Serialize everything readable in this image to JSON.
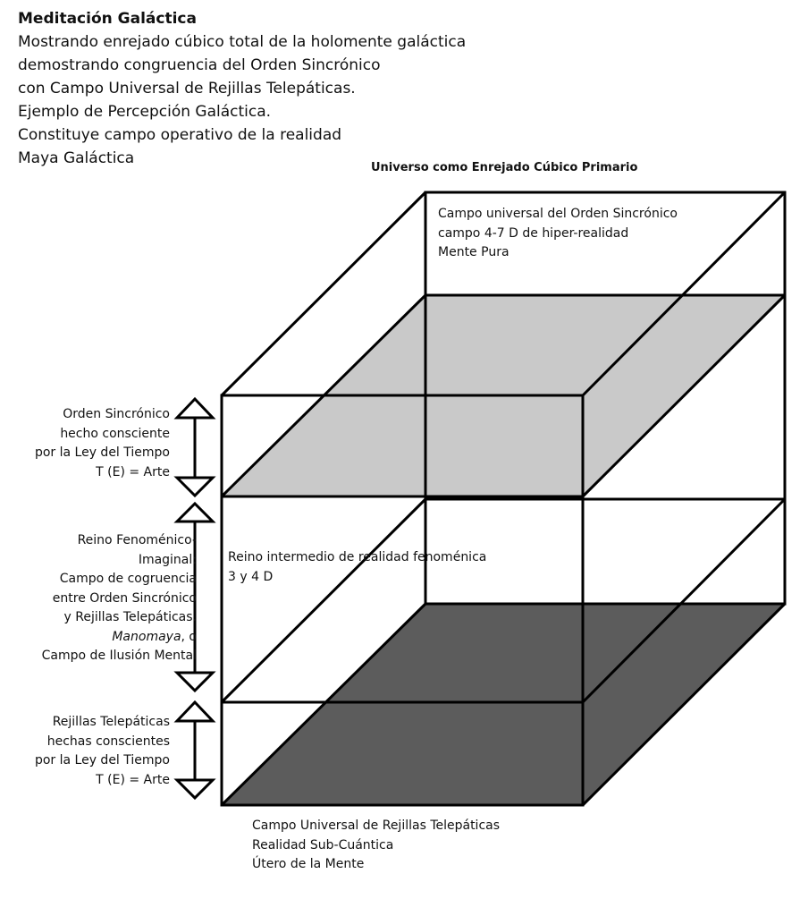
{
  "header": {
    "title": "Meditación Galáctica",
    "lines": [
      "Mostrando enrejado cúbico total de la holomente galáctica",
      "demostrando congruencia del Orden Sincrónico",
      "con Campo Universal de Rejillas Telepáticas.",
      "Ejemplo de Percepción Galáctica.",
      "Constituye campo operativo de la realidad",
      "Maya Galáctica"
    ]
  },
  "diagram": {
    "title": "Universo como Enrejado Cúbico Primario",
    "colors": {
      "upper_plane": "#c9c9c9",
      "lower_plane": "#5c5c5c",
      "lines": "#000000"
    },
    "top_field": [
      "Campo universal del Orden Sincrónico",
      "campo 4-7 D de hiper-realidad",
      "Mente Pura"
    ],
    "middle_field": [
      "Reino intermedio de  realidad  fenoménica",
      "3 y 4 D"
    ],
    "bottom_field": [
      "Campo Universal de Rejillas Telepáticas",
      "Realidad Sub-Cuántica",
      "Útero de la Mente"
    ],
    "left_labels": {
      "upper": [
        "Orden Sincrónico",
        "hecho consciente",
        "por la Ley del Tiempo",
        "T (E) = Arte"
      ],
      "middle_lines": [
        "Reino Fenoménico-",
        "Imaginal:",
        "Campo de cogruencia",
        "entre Orden Sincrónico",
        "y Rejillas Telepáticas."
      ],
      "middle_italic": "Manomaya",
      "middle_italic_suffix": ", o",
      "middle_last": "Campo de Ilusión Mental",
      "lower": [
        "Rejillas Telepáticas",
        "hechas conscientes",
        "por la Ley del Tiempo",
        "T (E) = Arte"
      ]
    },
    "arrow_icons": [
      "double-arrow-icon",
      "double-arrow-icon",
      "double-arrow-icon"
    ]
  }
}
